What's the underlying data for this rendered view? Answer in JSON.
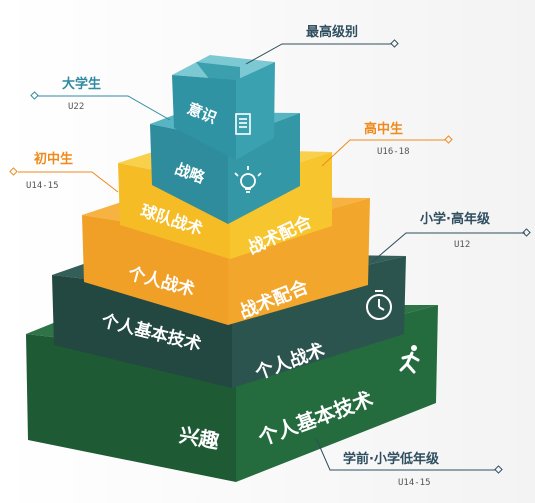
{
  "colors": {
    "level1": "#205c36",
    "level2": "#274c47",
    "level3": "#f2a12a",
    "level4": "#f6c12a",
    "level5": "#2e8fa0",
    "accent_orange": "#f08a1c",
    "accent_dark": "#2f4e5f",
    "accent_teal": "#2f8aa0"
  },
  "pyramid": {
    "levels": [
      {
        "left_label": "兴趣",
        "right_label": "个人基本技术"
      },
      {
        "left_label": "个人基本技术",
        "right_label": "个人战术",
        "icon": "runner-icon"
      },
      {
        "left_label": "个人战术",
        "right_label": "战术配合",
        "icon": "stopwatch-icon"
      },
      {
        "left_label": "球队战术",
        "right_label": "战术配合"
      },
      {
        "left_label": "战略",
        "icon": "lightbulb-icon"
      },
      {
        "left_label": "意识",
        "icon": "document-icon"
      }
    ]
  },
  "callouts": {
    "top": {
      "title": "最高级别"
    },
    "university": {
      "title": "大学生",
      "sub": "U22"
    },
    "senior_high": {
      "title": "高中生",
      "sub": "U16-18"
    },
    "junior_high": {
      "title": "初中生",
      "sub": "U14-15"
    },
    "primary_high": {
      "title": "小学·高年级",
      "sub": "U12"
    },
    "preschool": {
      "title": "学前·小学低年级",
      "sub": "U14-15"
    }
  }
}
